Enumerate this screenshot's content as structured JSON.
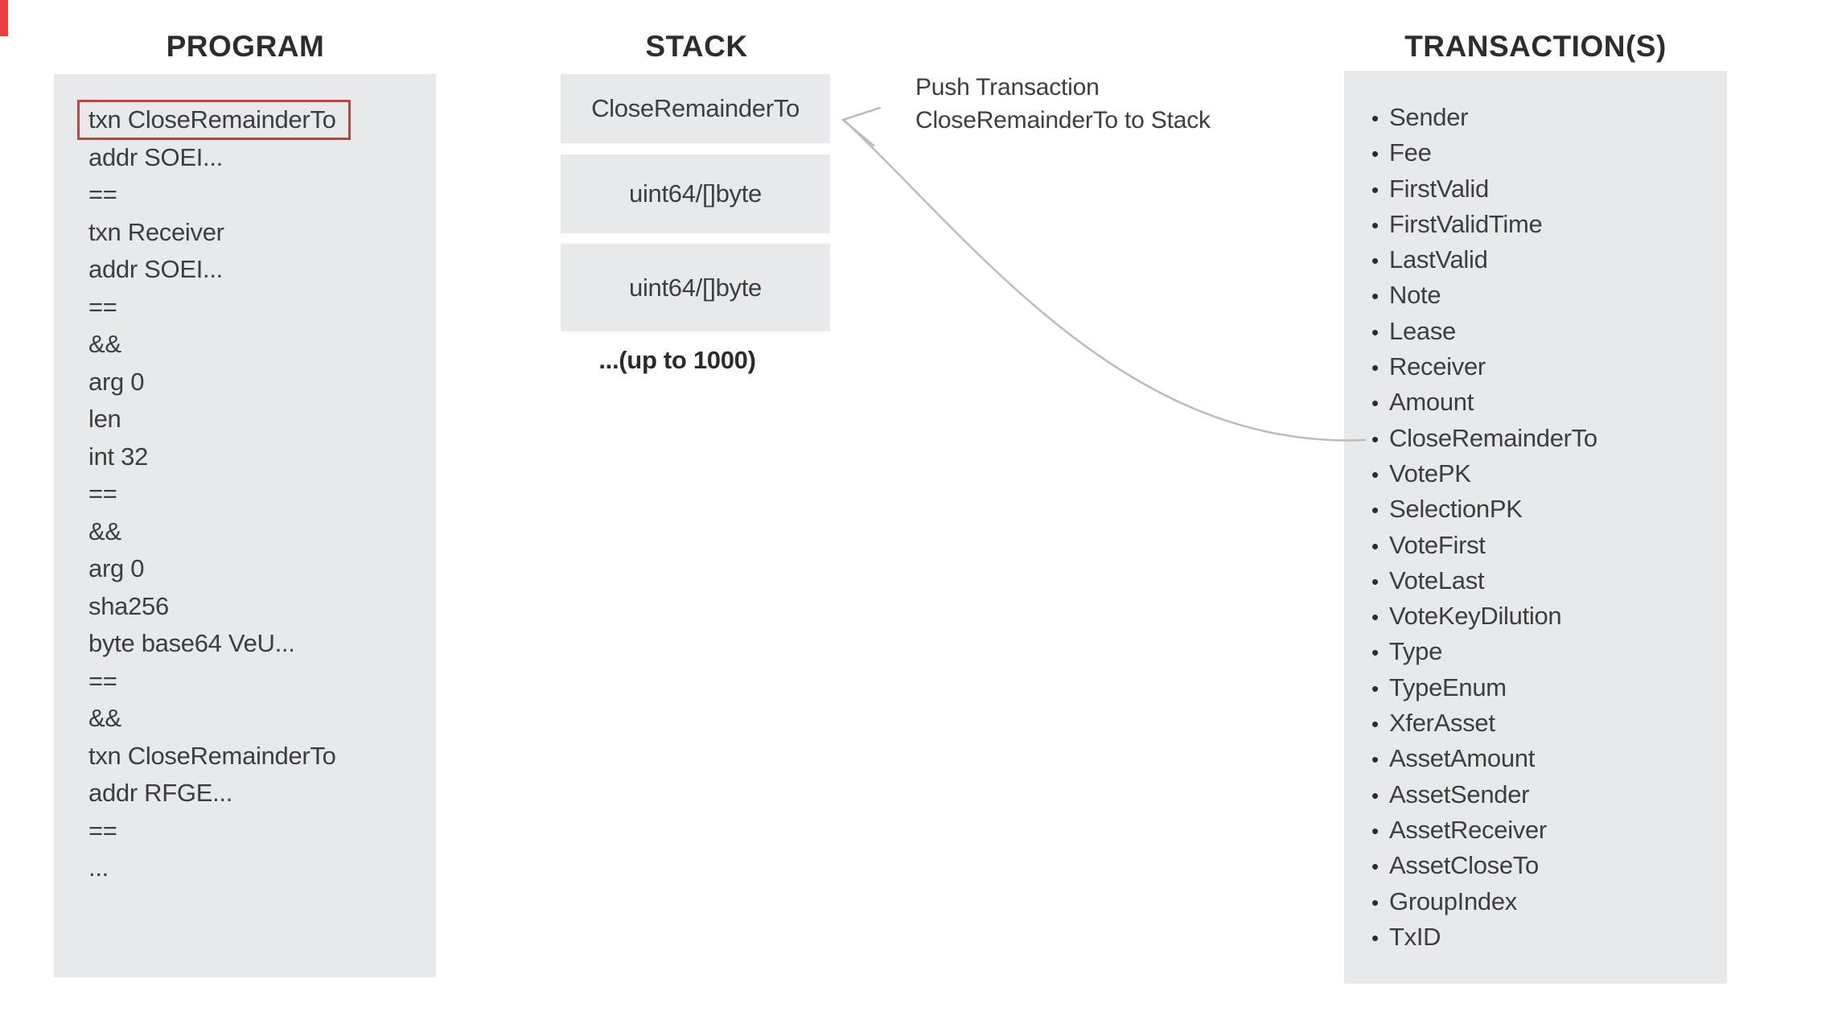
{
  "program": {
    "title": "PROGRAM",
    "lines": [
      "txn CloseRemainderTo",
      "addr SOEI...",
      "==",
      "txn Receiver",
      "addr SOEI...",
      "==",
      "&&",
      "arg 0",
      "len",
      "int 32",
      "==",
      "&&",
      "arg 0",
      "sha256",
      "byte base64 VeU...",
      "==",
      "&&",
      "txn CloseRemainderTo",
      "addr RFGE...",
      "==",
      "..."
    ],
    "highlighted_line": "txn CloseRemainderTo",
    "highlighted_line_index": 0
  },
  "stack": {
    "title": "STACK",
    "slots": [
      "CloseRemainderTo",
      "uint64/[]byte",
      "uint64/[]byte"
    ],
    "capacity_note": "...(up to 1000)"
  },
  "annotation": {
    "line1": "Push Transaction",
    "line2": "CloseRemainderTo to Stack"
  },
  "transactions": {
    "title": "TRANSACTION(S)",
    "fields": [
      "Sender",
      "Fee",
      "FirstValid",
      "FirstValidTime",
      "LastValid",
      "Note",
      "Lease",
      "Receiver",
      "Amount",
      "CloseRemainderTo",
      "VotePK",
      "SelectionPK",
      "VoteFirst",
      "VoteLast",
      "VoteKeyDilution",
      "Type",
      "TypeEnum",
      "XferAsset",
      "AssetAmount",
      "AssetSender",
      "AssetReceiver",
      "AssetCloseTo",
      "GroupIndex",
      "TxID"
    ],
    "arrow_source_field": "CloseRemainderTo"
  },
  "colors": {
    "panel_gray": "#e8e9eb",
    "body_text": "#3e3e40",
    "title_text": "#2d2d2d",
    "highlight_border": "#b04a47",
    "arrow_gray": "#bcbcbc"
  }
}
